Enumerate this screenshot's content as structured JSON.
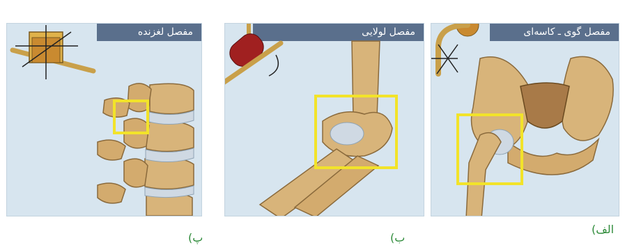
{
  "panels": [
    {
      "id": "alef",
      "title": "مفصل گوی ـ کاسه‌ای",
      "caption": "الف)",
      "icon": "ball-and-socket-joint-icon",
      "illustration": "pelvis-hip-joint"
    },
    {
      "id": "be",
      "title": "مفصل لولایی",
      "caption": "ب)",
      "icon": "hinge-joint-icon",
      "illustration": "elbow-joint"
    },
    {
      "id": "pe",
      "title": "مفصل لغزنده",
      "caption": "پ)",
      "icon": "gliding-joint-icon",
      "illustration": "spine-vertebrae"
    }
  ],
  "colors": {
    "panel_bg": "#d7e5ef",
    "header_bg": "#5a6f8c",
    "highlight": "#f2e32a",
    "caption": "#2e8b3a",
    "bone": "#d8b47a",
    "cartilage": "#cfd9e3"
  }
}
